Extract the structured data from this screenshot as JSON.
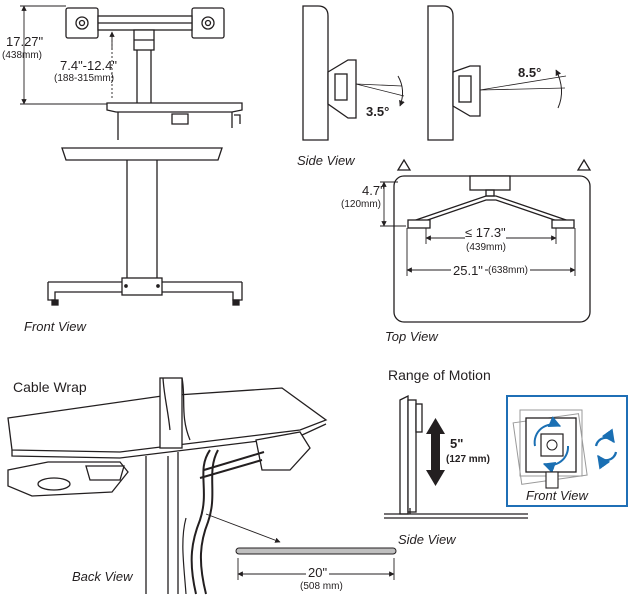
{
  "front_view": {
    "label": "Front View",
    "height": "17.27\"",
    "height_mm": "(438mm)",
    "monitor_range": "7.4\"-12.4\"",
    "monitor_range_mm": "(188-315mm)"
  },
  "side_view_top": {
    "label": "Side View",
    "tilt_down": "3.5°",
    "tilt_up": "8.5°"
  },
  "top_view": {
    "label": "Top View",
    "depth": "4.7\"",
    "depth_mm": "(120mm)",
    "inner_width": "≤ 17.3\"",
    "inner_width_mm": "(439mm)",
    "outer_width": "25.1\"",
    "outer_width_mm": "(638mm)"
  },
  "cable_wrap": {
    "title": "Cable Wrap",
    "label": "Back View",
    "length": "20\"",
    "length_mm": "(508 mm)"
  },
  "range_of_motion": {
    "title": "Range of Motion",
    "travel": "5\"",
    "travel_mm": "(127 mm)",
    "side_label": "Side View",
    "front_label": "Front View",
    "accent_color": "#1a6fb3",
    "frame_color": "#1f6fb6"
  }
}
